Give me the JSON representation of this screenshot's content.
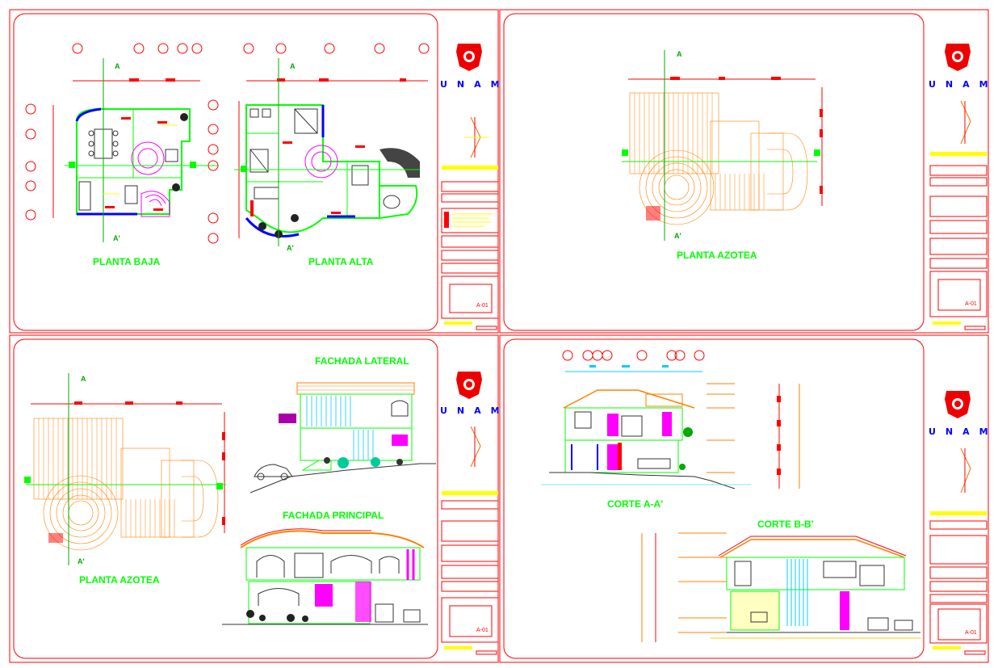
{
  "institution": "UNAM",
  "sheet_number": "A-01",
  "labels": {
    "planta_baja": "PLANTA BAJA",
    "planta_alta": "PLANTA ALTA",
    "planta_azotea_top": "PLANTA AZOTEA",
    "planta_azotea_bottom": "PLANTA AZOTEA",
    "fachada_lateral": "FACHADA LATERAL",
    "fachada_principal": "FACHADA PRINCIPAL",
    "corte_aa": "CORTE  A-A'",
    "corte_bb": "CORTE  B-B'"
  },
  "section_marks": {
    "a": "A",
    "a_prime": "A'"
  },
  "colors": {
    "frame": "#ff0000",
    "walls": "#00ff00",
    "labels": "#00ff00",
    "roof": "#ff8000",
    "unam_text": "#0000ff",
    "title_band": "#ffff00",
    "furniture": "#ff00ff"
  }
}
